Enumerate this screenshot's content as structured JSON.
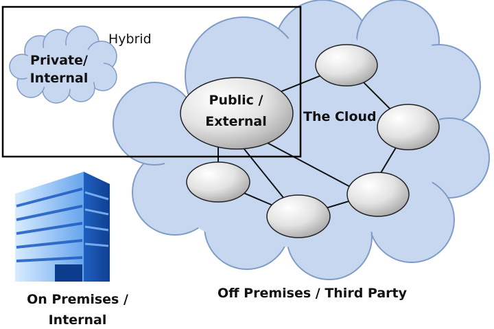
{
  "labels": {
    "hybrid": "Hybrid",
    "private_line1": "Private/",
    "private_line2": "Internal",
    "public_line1": "Public /",
    "public_line2": "External",
    "the_cloud": "The Cloud",
    "on_premises_line1": "On Premises /",
    "on_premises_line2": "Internal",
    "off_premises": "Off Premises / Third Party"
  },
  "colors": {
    "cloud_fill": "#c6d7ef",
    "cloud_stroke": "#7f9cc6",
    "node_fill": "#d9d9d9",
    "building_blue": "#2f78d6",
    "hybrid_box": "#000000"
  },
  "icons": {
    "building": "office-building-icon"
  }
}
